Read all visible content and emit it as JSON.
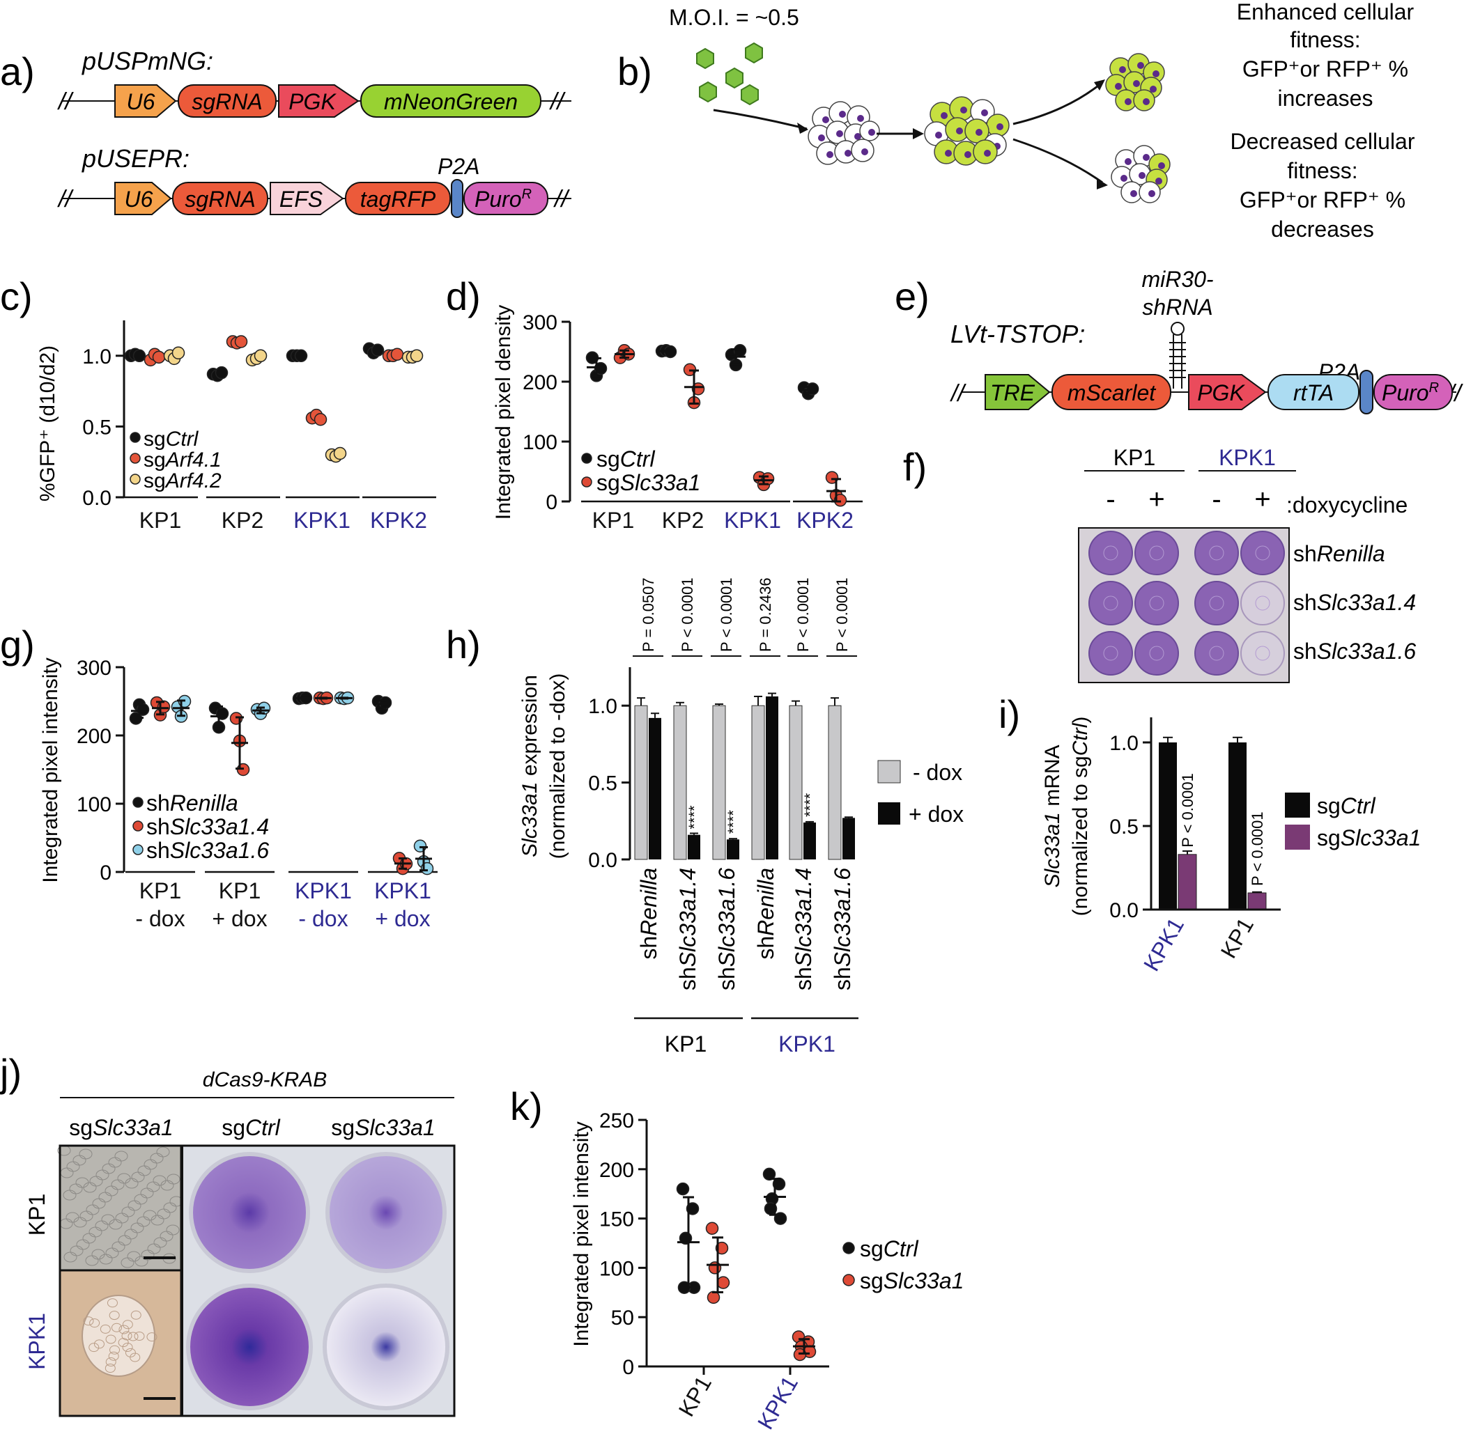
{
  "panels": {
    "a": "a)",
    "b": "b)",
    "c": "c)",
    "d": "d)",
    "e": "e)",
    "f": "f)",
    "g": "g)",
    "h": "h)",
    "i": "i)",
    "j": "j)",
    "k": "k)"
  },
  "colors": {
    "ko_text": "#2e2a92",
    "sgCtrl": "#111111",
    "sgArf41": "#e4553a",
    "sgArf42": "#f3d58a",
    "sgSlc33a1": "#de4a36",
    "shRenilla": "#111111",
    "shSlc4": "#de4a36",
    "shSlc6": "#8fd0e8",
    "minus_dox": "#c8c8ca",
    "plus_dox": "#0a0a0a",
    "i_sgSlc": "#7a3a74",
    "U6": "#f5a24c",
    "sgRNA": "#ec5a3a",
    "PGK_a": "#ea4b5c",
    "mNG": "#98d232",
    "EFS": "#f9d3da",
    "tagRFP": "#ec5a3a",
    "P2A": "#5a86c8",
    "Puro": "#d462b9",
    "TRE": "#86c53a",
    "mScarlet": "#ec5a3a",
    "rtTA": "#acdcf2",
    "crystal_violet": "#8a63b3"
  },
  "a": {
    "construct1": {
      "name": "pUSPmNG:",
      "parts": [
        "U6",
        "sgRNA",
        "PGK",
        "mNeonGreen"
      ]
    },
    "construct2": {
      "name": "pUSEPR:",
      "parts": [
        "U6",
        "sgRNA",
        "EFS",
        "tagRFP",
        "Puro"
      ],
      "puro_sup": "R",
      "p2a": "P2A"
    }
  },
  "b": {
    "moi": "M.O.I. = ~0.5",
    "enhanced": [
      "Enhanced cellular",
      "fitness:",
      "GFP⁺or RFP⁺ %",
      "increases"
    ],
    "decreased": [
      "Decreased cellular",
      "fitness:",
      "GFP⁺or RFP⁺ %",
      "decreases"
    ]
  },
  "e": {
    "name": "LVt-TSTOP:",
    "hairpin": [
      "miR30-",
      "shRNA"
    ],
    "parts": [
      "TRE",
      "mScarlet",
      "PGK",
      "rtTA",
      "Puro"
    ],
    "puro_sup": "R",
    "p2a": "P2A"
  },
  "f": {
    "cell_lines": [
      "KP1",
      "KPK1"
    ],
    "signs": [
      "-",
      "+",
      "-",
      "+"
    ],
    "dox_label": ":doxycycline",
    "rows": [
      {
        "pre": "sh",
        "it": "Renilla",
        "strength": [
          1,
          1,
          1,
          1
        ]
      },
      {
        "pre": "sh",
        "it": "Slc33a1.4",
        "strength": [
          1,
          1,
          1,
          0.12
        ]
      },
      {
        "pre": "sh",
        "it": "Slc33a1.6",
        "strength": [
          1,
          1,
          0.96,
          0.1
        ]
      }
    ]
  },
  "j": {
    "header": "dCas9-KRAB",
    "col_micro": "sgSlc33a1",
    "col_plates": [
      "sgCtrl",
      "sgSlc33a1"
    ],
    "rows": [
      "KP1",
      "KPK1"
    ]
  },
  "charts": {
    "c": {
      "type": "scatter",
      "ylabel": "%GFP⁺ (d10/d2)",
      "ylim": [
        0,
        1.25
      ],
      "yticks": [
        "0.0",
        "0.5",
        "1.0"
      ],
      "yvals": [
        0,
        0.5,
        1.0
      ],
      "groups": [
        "KP1",
        "KP2",
        "KPK1",
        "KPK2"
      ],
      "legend": [
        {
          "pre": "sg",
          "it": "Ctrl",
          "color": "#111111"
        },
        {
          "pre": "sg",
          "it": "Arf4.1",
          "color": "#e4553a"
        },
        {
          "pre": "sg",
          "it": "Arf4.2",
          "color": "#f3d58a"
        }
      ],
      "series": [
        {
          "name": "sgCtrl",
          "values": [
            [
              1.0,
              1.01,
              1.0
            ],
            [
              0.87,
              0.86,
              0.88
            ],
            [
              1.0,
              1.0,
              1.0
            ],
            [
              1.05,
              1.02,
              1.04
            ]
          ]
        },
        {
          "name": "sgArf4.1",
          "values": [
            [
              0.97,
              1.01,
              0.99
            ],
            [
              1.1,
              1.09,
              1.1
            ],
            [
              0.56,
              0.58,
              0.55
            ],
            [
              1.0,
              1.0,
              1.01
            ]
          ]
        },
        {
          "name": "sgArf4.2",
          "values": [
            [
              1.0,
              0.98,
              1.02
            ],
            [
              0.97,
              0.98,
              1.0
            ],
            [
              0.3,
              0.29,
              0.31
            ],
            [
              0.99,
              0.99,
              1.0
            ]
          ]
        }
      ]
    },
    "d": {
      "type": "scatter",
      "ylabel": "Integrated pixel density",
      "ylim": [
        0,
        300
      ],
      "yticks": [
        "0",
        "100",
        "200",
        "300"
      ],
      "yvals": [
        0,
        100,
        200,
        300
      ],
      "groups": [
        "KP1",
        "KP2",
        "KPK1",
        "KPK2"
      ],
      "legend": [
        {
          "pre": "sg",
          "it": "Ctrl",
          "color": "#111111"
        },
        {
          "pre": "sg",
          "it": "Slc33a1",
          "color": "#de4a36"
        }
      ],
      "series": [
        {
          "name": "sgCtrl",
          "values": [
            [
              240,
              210,
              222
            ],
            [
              251,
              252,
              250
            ],
            [
              245,
              228,
              252
            ],
            [
              190,
              180,
              188
            ]
          ]
        },
        {
          "name": "sgSlc33a1",
          "values": [
            [
              240,
              252,
              246
            ],
            [
              220,
              165,
              188
            ],
            [
              40,
              28,
              38
            ],
            [
              40,
              10,
              2
            ]
          ]
        }
      ]
    },
    "g": {
      "type": "scatter",
      "ylabel": "Integrated pixel intensity",
      "ylim": [
        0,
        300
      ],
      "yticks": [
        "0",
        "100",
        "200",
        "300"
      ],
      "yvals": [
        0,
        100,
        200,
        300
      ],
      "groups": [
        [
          "KP1",
          "- dox"
        ],
        [
          "KP1",
          "+ dox"
        ],
        [
          "KPK1",
          "- dox"
        ],
        [
          "KPK1",
          "+ dox"
        ]
      ],
      "legend": [
        {
          "pre": "sh",
          "it": "Renilla",
          "color": "#111111"
        },
        {
          "pre": "sh",
          "it": "Slc33a1.4",
          "color": "#de4a36"
        },
        {
          "pre": "sh",
          "it": "Slc33a1.6",
          "color": "#8fd0e8"
        }
      ],
      "series": [
        {
          "name": "shRenilla",
          "values": [
            [
              225,
              245,
              238
            ],
            [
              240,
              212,
              232
            ],
            [
              254,
              255,
              255
            ],
            [
              250,
              240,
              248
            ]
          ]
        },
        {
          "name": "shSlc33a1.4",
          "values": [
            [
              248,
              230,
              242
            ],
            [
              225,
              192,
              150
            ],
            [
              255,
              254,
              255
            ],
            [
              20,
              5,
              12
            ]
          ]
        },
        {
          "name": "shSlc33a1.6",
          "values": [
            [
              242,
              228,
              250
            ],
            [
              238,
              232,
              240
            ],
            [
              255,
              254,
              255
            ],
            [
              38,
              15,
              5
            ]
          ]
        }
      ]
    },
    "h": {
      "type": "bar",
      "ylabel_it": "Slc33a1",
      "ylabel_rest": " expression",
      "ylabel2": "(normalized to -dox)",
      "ylim": [
        0,
        1.25
      ],
      "yticks": [
        "0.0",
        "0.5",
        "1.0"
      ],
      "yvals": [
        0,
        0.5,
        1.0
      ],
      "categories": [
        {
          "pre": "sh",
          "it": "Renilla"
        },
        {
          "pre": "sh",
          "it": "Slc33a1.4"
        },
        {
          "pre": "sh",
          "it": "Slc33a1.6"
        },
        {
          "pre": "sh",
          "it": "Renilla"
        },
        {
          "pre": "sh",
          "it": "Slc33a1.4"
        },
        {
          "pre": "sh",
          "it": "Slc33a1.6"
        }
      ],
      "pvalues": [
        "P = 0.0507",
        "P < 0.0001",
        "P < 0.0001",
        "P = 0.2436",
        "P < 0.0001",
        "P < 0.0001"
      ],
      "stars": [
        "",
        "****",
        "****",
        "",
        "****",
        ""
      ],
      "groups": [
        "KP1",
        "KPK1"
      ],
      "legend": [
        "- dox",
        "+ dox"
      ],
      "series": [
        {
          "name": "- dox",
          "values": [
            1.0,
            1.0,
            1.0,
            1.0,
            1.0,
            1.0
          ],
          "err": [
            0.05,
            0.02,
            0.01,
            0.06,
            0.03,
            0.05
          ]
        },
        {
          "name": "+ dox",
          "values": [
            0.92,
            0.16,
            0.13,
            1.06,
            0.24,
            0.27
          ],
          "err": [
            0.03,
            0.01,
            0.005,
            0.02,
            0.005,
            0.005
          ]
        }
      ]
    },
    "i": {
      "type": "bar",
      "ylabel_it": "Slc33a1",
      "ylabel_rest": " mRNA",
      "ylabel2_pre": "(normalized to sg",
      "ylabel2_it": "Ctrl",
      "ylabel2_post": ")",
      "ylim": [
        0,
        1.15
      ],
      "yticks": [
        "0.0",
        "0.5",
        "1.0"
      ],
      "yvals": [
        0,
        0.5,
        1.0
      ],
      "categories": [
        "KPK1",
        "KP1"
      ],
      "pvalues": [
        "P < 0.0001",
        "P < 0.0001"
      ],
      "legend": [
        {
          "pre": "sg",
          "it": "Ctrl",
          "color": "#0a0a0a"
        },
        {
          "pre": "sg",
          "it": "Slc33a1",
          "color": "#7a3a74"
        }
      ],
      "series": [
        {
          "name": "sgCtrl",
          "values": [
            1.0,
            1.0
          ],
          "err": [
            0.03,
            0.03
          ]
        },
        {
          "name": "sgSlc33a1",
          "values": [
            0.33,
            0.1
          ],
          "err": [
            0.02,
            0.005
          ]
        }
      ]
    },
    "k": {
      "type": "scatter",
      "ylabel": "Integrated pixel intensity",
      "ylim": [
        0,
        250
      ],
      "yticks": [
        "0",
        "50",
        "100",
        "150",
        "200",
        "250"
      ],
      "yvals": [
        0,
        50,
        100,
        150,
        200,
        250
      ],
      "groups": [
        "KP1",
        "KPK1"
      ],
      "legend": [
        {
          "pre": "sg",
          "it": "Ctrl",
          "color": "#111111"
        },
        {
          "pre": "sg",
          "it": "Slc33a1",
          "color": "#de4a36"
        }
      ],
      "series": [
        {
          "name": "sgCtrl",
          "values": [
            [
              180,
              160,
              130,
              80,
              80
            ],
            [
              195,
              185,
              170,
              150,
              160
            ]
          ]
        },
        {
          "name": "sgSlc33a1",
          "values": [
            [
              140,
              120,
              100,
              85,
              70
            ],
            [
              30,
              25,
              20,
              15,
              12
            ]
          ]
        }
      ]
    }
  }
}
